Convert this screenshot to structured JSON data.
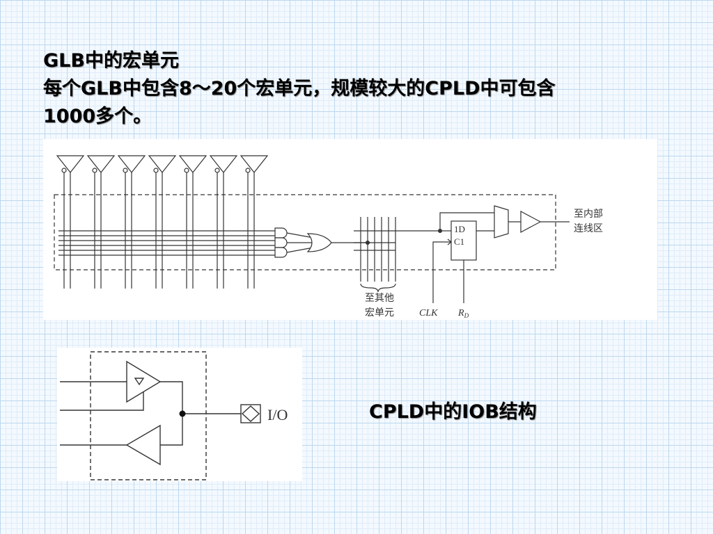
{
  "heading": {
    "line1": "GLB中的宏单元",
    "line2": "每个GLB中包含8～20个宏单元，规模较大的CPLD中可包含",
    "line3": "1000多个。"
  },
  "glb_diagram": {
    "output_label_1": "至内部",
    "output_label_2": "连线区",
    "ff_d": "1D",
    "ff_c": "C1",
    "other_label_1": "至其他",
    "other_label_2": "宏单元",
    "clk_label": "CLK",
    "rd_label": "R",
    "rd_sub": "D"
  },
  "iob_diagram": {
    "io_label": "I/O"
  },
  "caption": "CPLD中的IOB结构"
}
